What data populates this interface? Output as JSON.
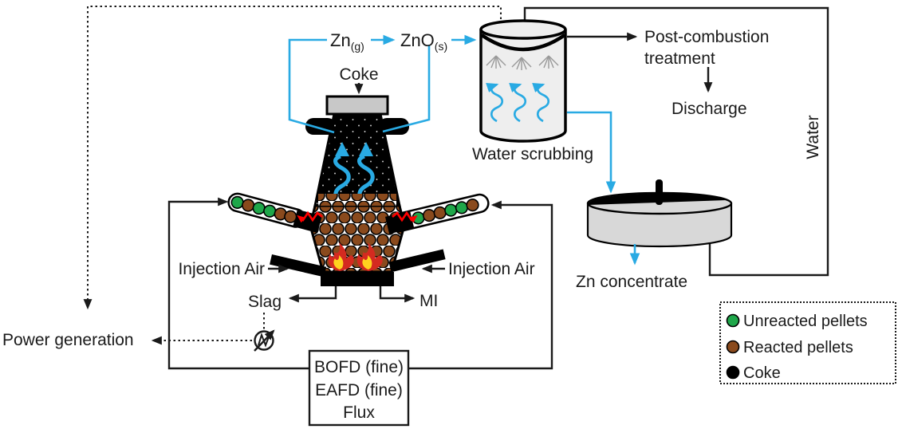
{
  "labels": {
    "zn_gas_main": "Zn",
    "zn_gas_sub": "(g)",
    "zno_main": "ZnO",
    "zno_sub": "(s)",
    "coke_feed": "Coke",
    "water_scrubbing": "Water scrubbing",
    "post_combustion_1": "Post-combustion",
    "post_combustion_2": "treatment",
    "discharge": "Discharge",
    "water": "Water",
    "zn_concentrate": "Zn concentrate",
    "injection_air_left": "Injection Air",
    "injection_air_right": "Injection Air",
    "slag": "Slag",
    "mi": "MI",
    "power_generation": "Power generation"
  },
  "feed_box": {
    "lines": [
      "BOFD (fine)",
      "EAFD (fine)",
      "Flux"
    ]
  },
  "legend": {
    "items": [
      {
        "label": "Unreacted pellets",
        "color": "#1fa74a"
      },
      {
        "label": "Reacted pellets",
        "color": "#8a4a1d"
      },
      {
        "label": "Coke",
        "color": "#000000"
      }
    ]
  },
  "colors": {
    "gas_line_blue": "#29aae3",
    "hot_arrow_red": "#ff0000",
    "flame_red": "#d42a20",
    "flame_yellow": "#ffd21f",
    "cap_gray": "#c8c8c8",
    "vessel_gray": "#eeeeee",
    "thickener_gray": "#d8d8d8"
  }
}
